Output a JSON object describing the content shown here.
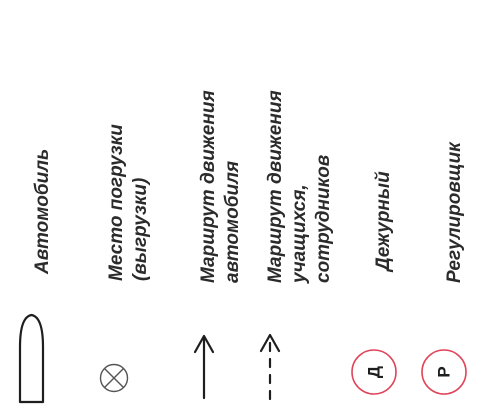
{
  "legend": {
    "items": [
      {
        "label_lines": [
          "Автомобиль"
        ],
        "icon": "car-outline-icon"
      },
      {
        "label_lines": [
          "Место погрузки",
          "(выгрузки)"
        ],
        "icon": "loading-place-icon"
      },
      {
        "label_lines": [
          "Маршрут движения",
          "автомобиля"
        ],
        "icon": "vehicle-route-arrow-icon"
      },
      {
        "label_lines": [
          "Маршрут движения",
          "учащихся,",
          "сотрудников"
        ],
        "icon": "pedestrian-route-dashed-arrow-icon"
      },
      {
        "label_lines": [
          "Дежурный"
        ],
        "icon": "duty-officer-circle-icon",
        "letter": "Д"
      },
      {
        "label_lines": [
          "Регулировщик"
        ],
        "icon": "traffic-controller-circle-icon",
        "letter": "Р"
      }
    ],
    "colors": {
      "text": "#2b2b2b",
      "symbol": "#1e1e1e",
      "circle_outline": "#e0445a"
    }
  }
}
